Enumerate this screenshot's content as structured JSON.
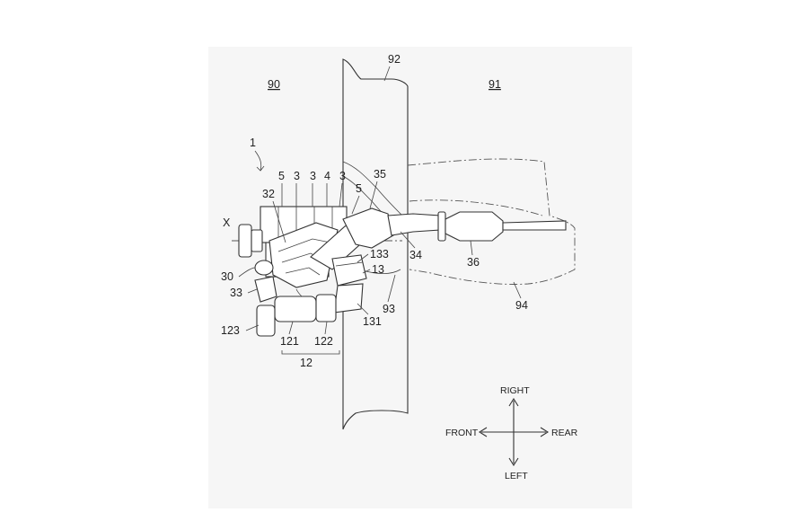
{
  "figure": {
    "labels": {
      "r90": "90",
      "r91": "91",
      "r92": "92",
      "r1": "1",
      "r5a": "5",
      "r3a": "3",
      "r3b": "3",
      "r4": "4",
      "r3c": "3",
      "r5b": "5",
      "r35": "35",
      "r32": "32",
      "rX": "X",
      "r34": "34",
      "r36": "36",
      "r133": "133",
      "r13": "13",
      "r30": "30",
      "r33": "33",
      "r93": "93",
      "r94": "94",
      "r131": "131",
      "r123": "123",
      "r121": "121",
      "r122": "122",
      "r12": "12"
    },
    "directions": {
      "right": "RIGHT",
      "front": "FRONT",
      "rear": "REAR",
      "left": "LEFT"
    }
  }
}
